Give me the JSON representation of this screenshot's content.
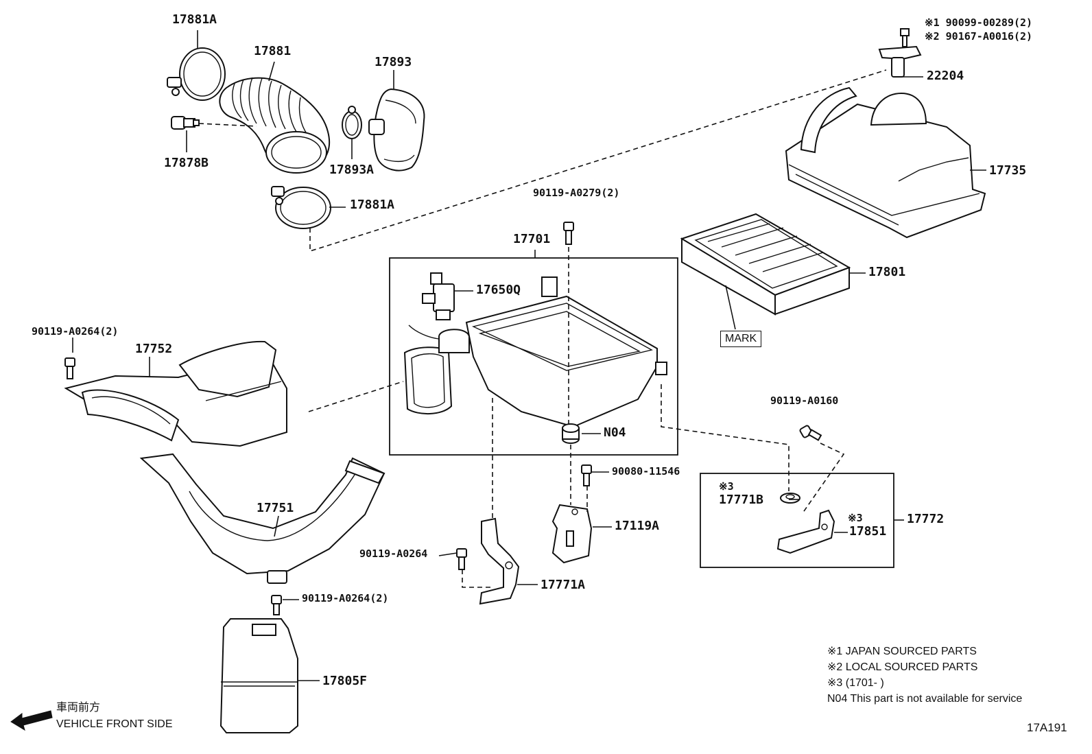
{
  "diagram_id": "17A191",
  "front_side": {
    "jp": "車両前方",
    "en": "VEHICLE FRONT SIDE"
  },
  "labels": {
    "p17881A_top": "17881A",
    "p17881": "17881",
    "p17893": "17893",
    "p17878B": "17878B",
    "p17893A": "17893A",
    "p17881A_bot": "17881A",
    "bolt_note1": "※1 90099-00289(2)",
    "bolt_note2": "※2 90167-A0016(2)",
    "p22204": "22204",
    "p17735": "17735",
    "p90119_A0279": "90119-A0279(2)",
    "p17701": "17701",
    "p17650Q": "17650Q",
    "p17801": "17801",
    "mark": "MARK",
    "p90119_A0264_2a": "90119-A0264(2)",
    "p17752": "17752",
    "pN04": "N04",
    "p90119_A0160": "90119-A0160",
    "p90080_11546": "90080-11546",
    "p17751": "17751",
    "p17771B_note": "※3",
    "p17771B": "17771B",
    "p17851_note": "※3",
    "p17851": "17851",
    "p17772": "17772",
    "p17119A": "17119A",
    "p90119_A0264": "90119-A0264",
    "p17771A": "17771A",
    "p90119_A0264_2b": "90119-A0264(2)",
    "p17805F": "17805F"
  },
  "notes": [
    "※1 JAPAN SOURCED PARTS",
    "※2 LOCAL SOURCED PARTS",
    "※3 (1701-      )",
    "N04 This part is not available for service"
  ]
}
